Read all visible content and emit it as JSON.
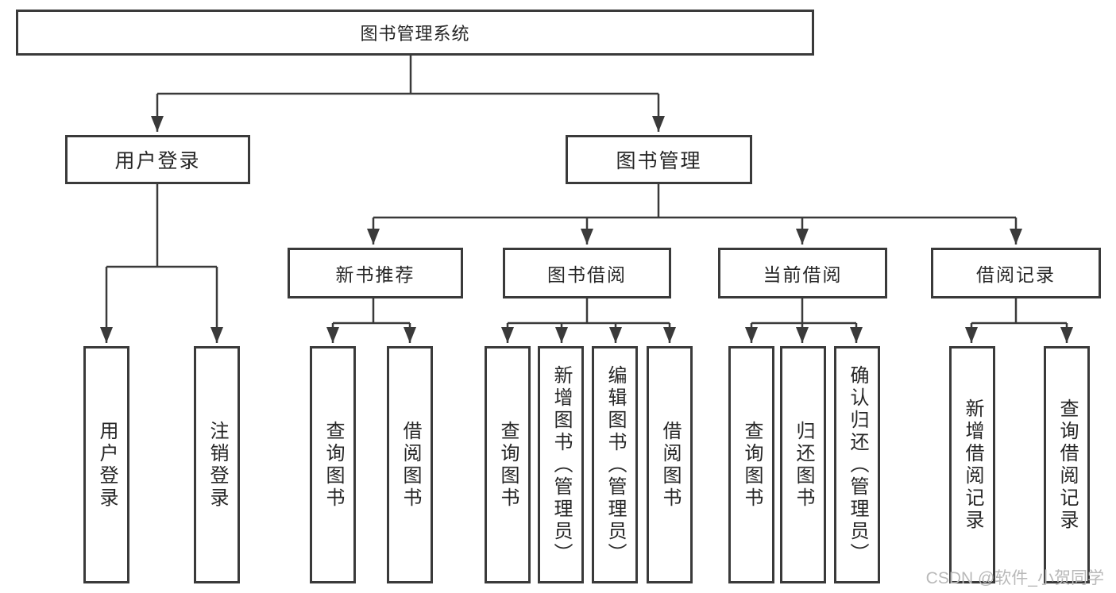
{
  "colors": {
    "line": "#3a3a3a",
    "box-border": "#3a3a3a",
    "text": "#262626",
    "watermark": "#b9b9b9",
    "background": "#ffffff"
  },
  "diagram": {
    "root": "图书管理系统",
    "level2": {
      "user_login": "用户登录",
      "book_management": "图书管理"
    },
    "level3": {
      "new_books": "新书推荐",
      "book_borrowing": "图书借阅",
      "current_borrowing": "当前借阅",
      "borrowing_records": "借阅记录"
    },
    "leaves": {
      "user_login": "用户登录",
      "logout": "注销登录",
      "nb_query_books": "查询图书",
      "nb_borrow_books": "借阅图书",
      "bb_query_books": "查询图书",
      "bb_add_books_admin": "新增图书（管理员）",
      "bb_edit_books_admin": "编辑图书（管理员）",
      "bb_borrow_books": "借阅图书",
      "cb_query_books": "查询图书",
      "cb_return_books": "归还图书",
      "cb_confirm_return_admin": "确认归还（管理员）",
      "br_add_record": "新增借阅记录",
      "br_query_record": "查询借阅记录"
    }
  },
  "watermark": {
    "text": "CSDN @软件_小贺同学"
  }
}
